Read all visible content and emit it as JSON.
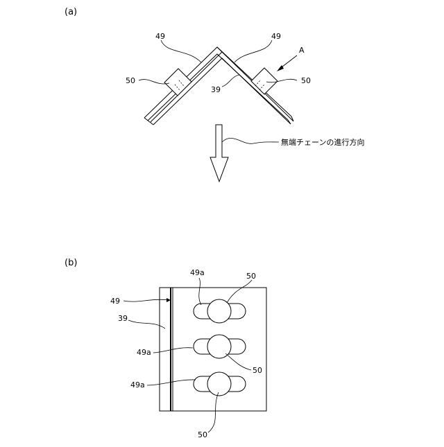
{
  "figure_a": {
    "panel_label": "(a)",
    "label_49_left": "49",
    "label_49_right": "49",
    "label_50_left": "50",
    "label_50_right": "50",
    "label_39": "39",
    "label_view_a": "A",
    "direction_text": "無端チェーンの進行方向"
  },
  "figure_b": {
    "panel_label": "(b)",
    "label_49": "49",
    "label_39": "39",
    "label_49a_top": "49a",
    "label_49a_mid": "49a",
    "label_49a_bot": "49a",
    "label_50_top": "50",
    "label_50_mid": "50",
    "label_50_bot": "50"
  }
}
